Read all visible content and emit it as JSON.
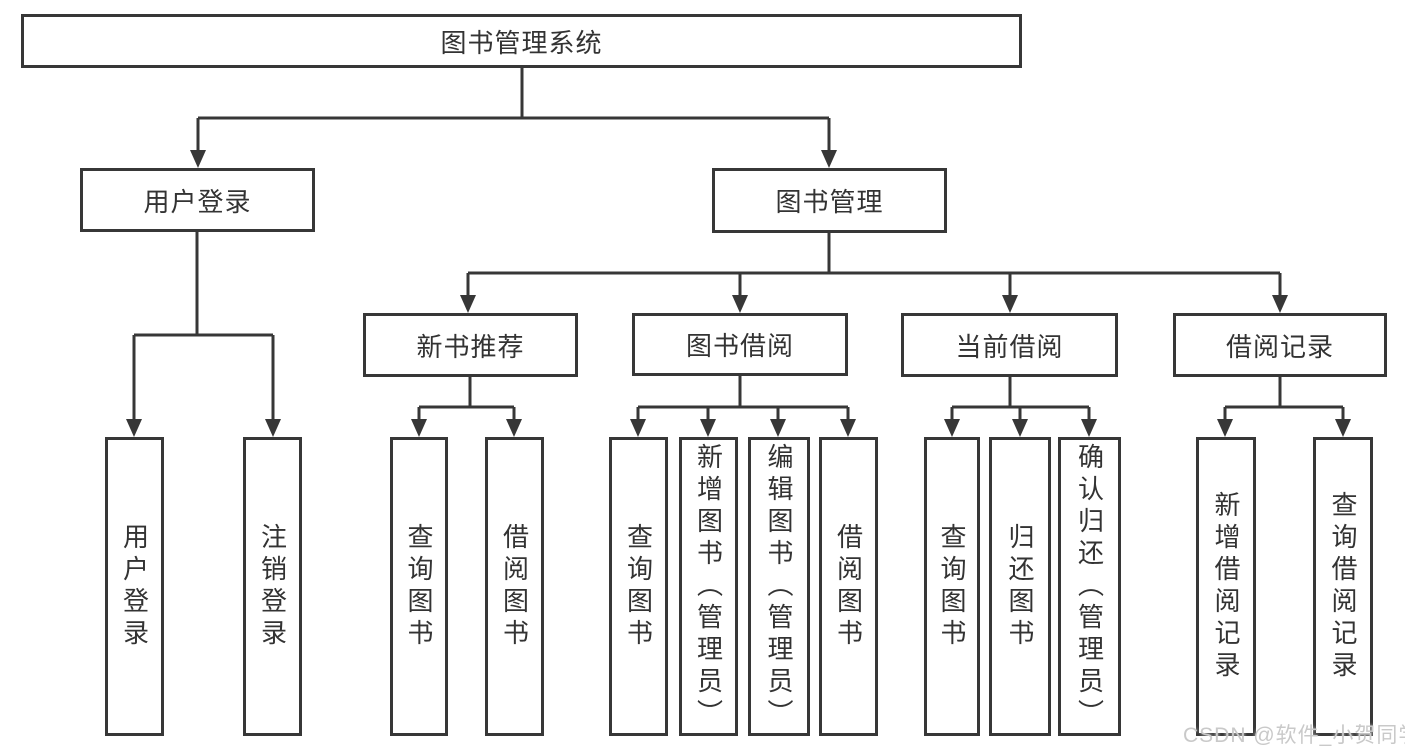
{
  "nodes": {
    "root": "图书管理系统",
    "l2": [
      "用户登录",
      "图书管理"
    ],
    "l3": [
      "新书推荐",
      "图书借阅",
      "当前借阅",
      "借阅记录"
    ],
    "leaves_user": [
      "用户登录",
      "注销登录"
    ],
    "leaves_recommend": [
      "查询图书",
      "借阅图书"
    ],
    "leaves_borrow": [
      "查询图书",
      "新增图书（管理员）",
      "编辑图书（管理员）",
      "借阅图书"
    ],
    "leaves_current": [
      "查询图书",
      "归还图书",
      "确认归还（管理员）"
    ],
    "leaves_records": [
      "新增借阅记录",
      "查询借阅记录"
    ]
  },
  "watermark": "CSDN @软件_小贺同学",
  "colors": {
    "line": "#373737",
    "text": "#333333",
    "box_background": "#ffffff",
    "watermark": "#c9c9c9",
    "background": "#ffffff"
  }
}
